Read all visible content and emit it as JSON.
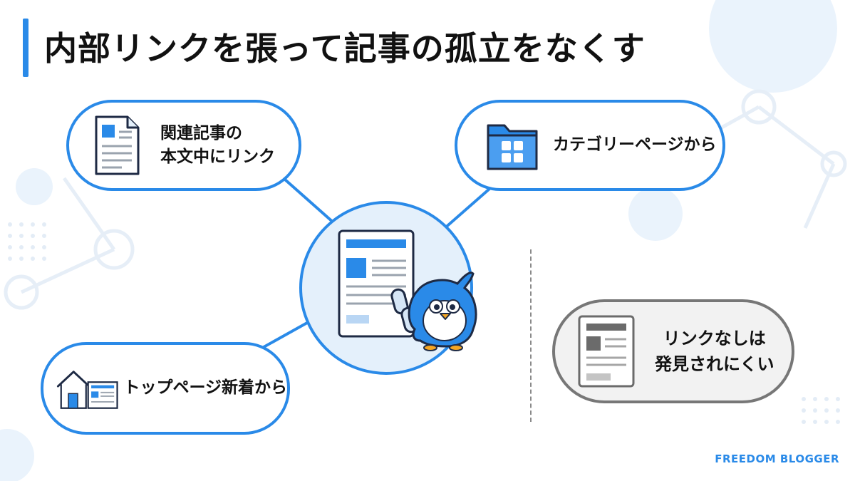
{
  "title": "内部リンクを張って記事の孤立をなくす",
  "nodes": {
    "related": {
      "lines": [
        "関連記事の",
        "本文中にリンク"
      ],
      "icon": "document-icon"
    },
    "category": {
      "label": "カテゴリーページから",
      "icon": "folder-icon"
    },
    "top": {
      "label": "トップページ新着から",
      "icon": "house-icon"
    },
    "center": {
      "icon": "linked-article-icon",
      "mascot": "penguin-mascot"
    },
    "no_link": {
      "lines": [
        "リンクなしは",
        "発見されにくい"
      ],
      "icon": "gray-document-icon"
    }
  },
  "brand": "FREEDOM BLOGGER",
  "colors": {
    "accent": "#2a8ae8",
    "accent_light": "#e4f0fb",
    "muted_border": "#777777",
    "muted_fill": "#f2f2f2",
    "text": "#111111"
  }
}
